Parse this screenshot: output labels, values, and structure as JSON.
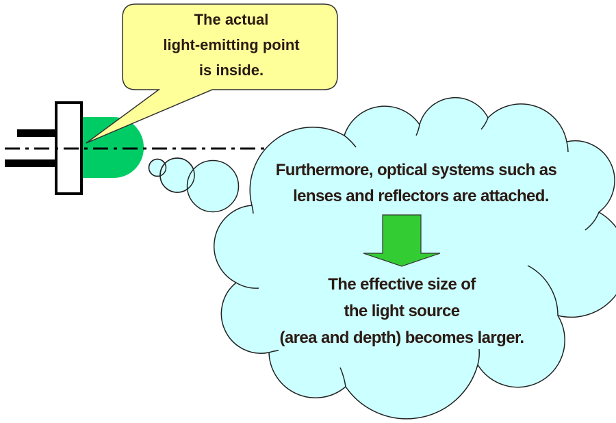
{
  "diagram": {
    "subject": "LED effective light source size",
    "colors": {
      "led_body": "#00cc66",
      "speech_bubble_fill": "#ffff99",
      "cloud_fill": "#ccffff",
      "arrow_fill": "#33cc33",
      "text": "#2b1a14",
      "outline": "#000000"
    },
    "speech_bubble": {
      "lines": [
        "The actual",
        "light-emitting point",
        "is inside."
      ]
    },
    "thought_cloud": {
      "top_lines": [
        "Furthermore, optical systems such as",
        "lenses and reflectors are attached."
      ],
      "arrow": "down-arrow",
      "bottom_lines": [
        "The effective size of",
        "the light source",
        "(area and depth) becomes larger."
      ]
    }
  }
}
